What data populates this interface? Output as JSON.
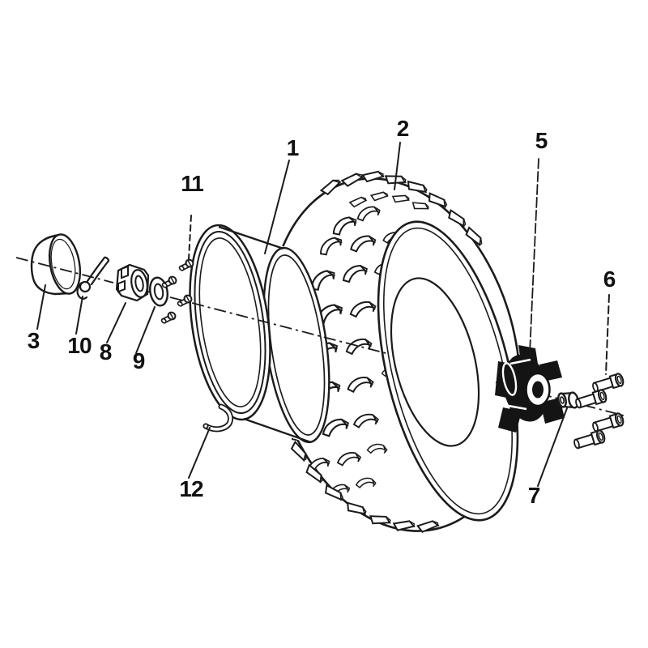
{
  "diagram": {
    "colors": {
      "background": "#ffffff",
      "line": "#1b1b1b"
    },
    "callouts": [
      {
        "id": "callout-1",
        "number": "1"
      },
      {
        "id": "callout-2",
        "number": "2"
      },
      {
        "id": "callout-3",
        "number": "3"
      },
      {
        "id": "callout-5",
        "number": "5"
      },
      {
        "id": "callout-6",
        "number": "6"
      },
      {
        "id": "callout-7",
        "number": "7"
      },
      {
        "id": "callout-8",
        "number": "8"
      },
      {
        "id": "callout-9",
        "number": "9"
      },
      {
        "id": "callout-10",
        "number": "10"
      },
      {
        "id": "callout-11",
        "number": "11"
      },
      {
        "id": "callout-12",
        "number": "12"
      }
    ]
  }
}
